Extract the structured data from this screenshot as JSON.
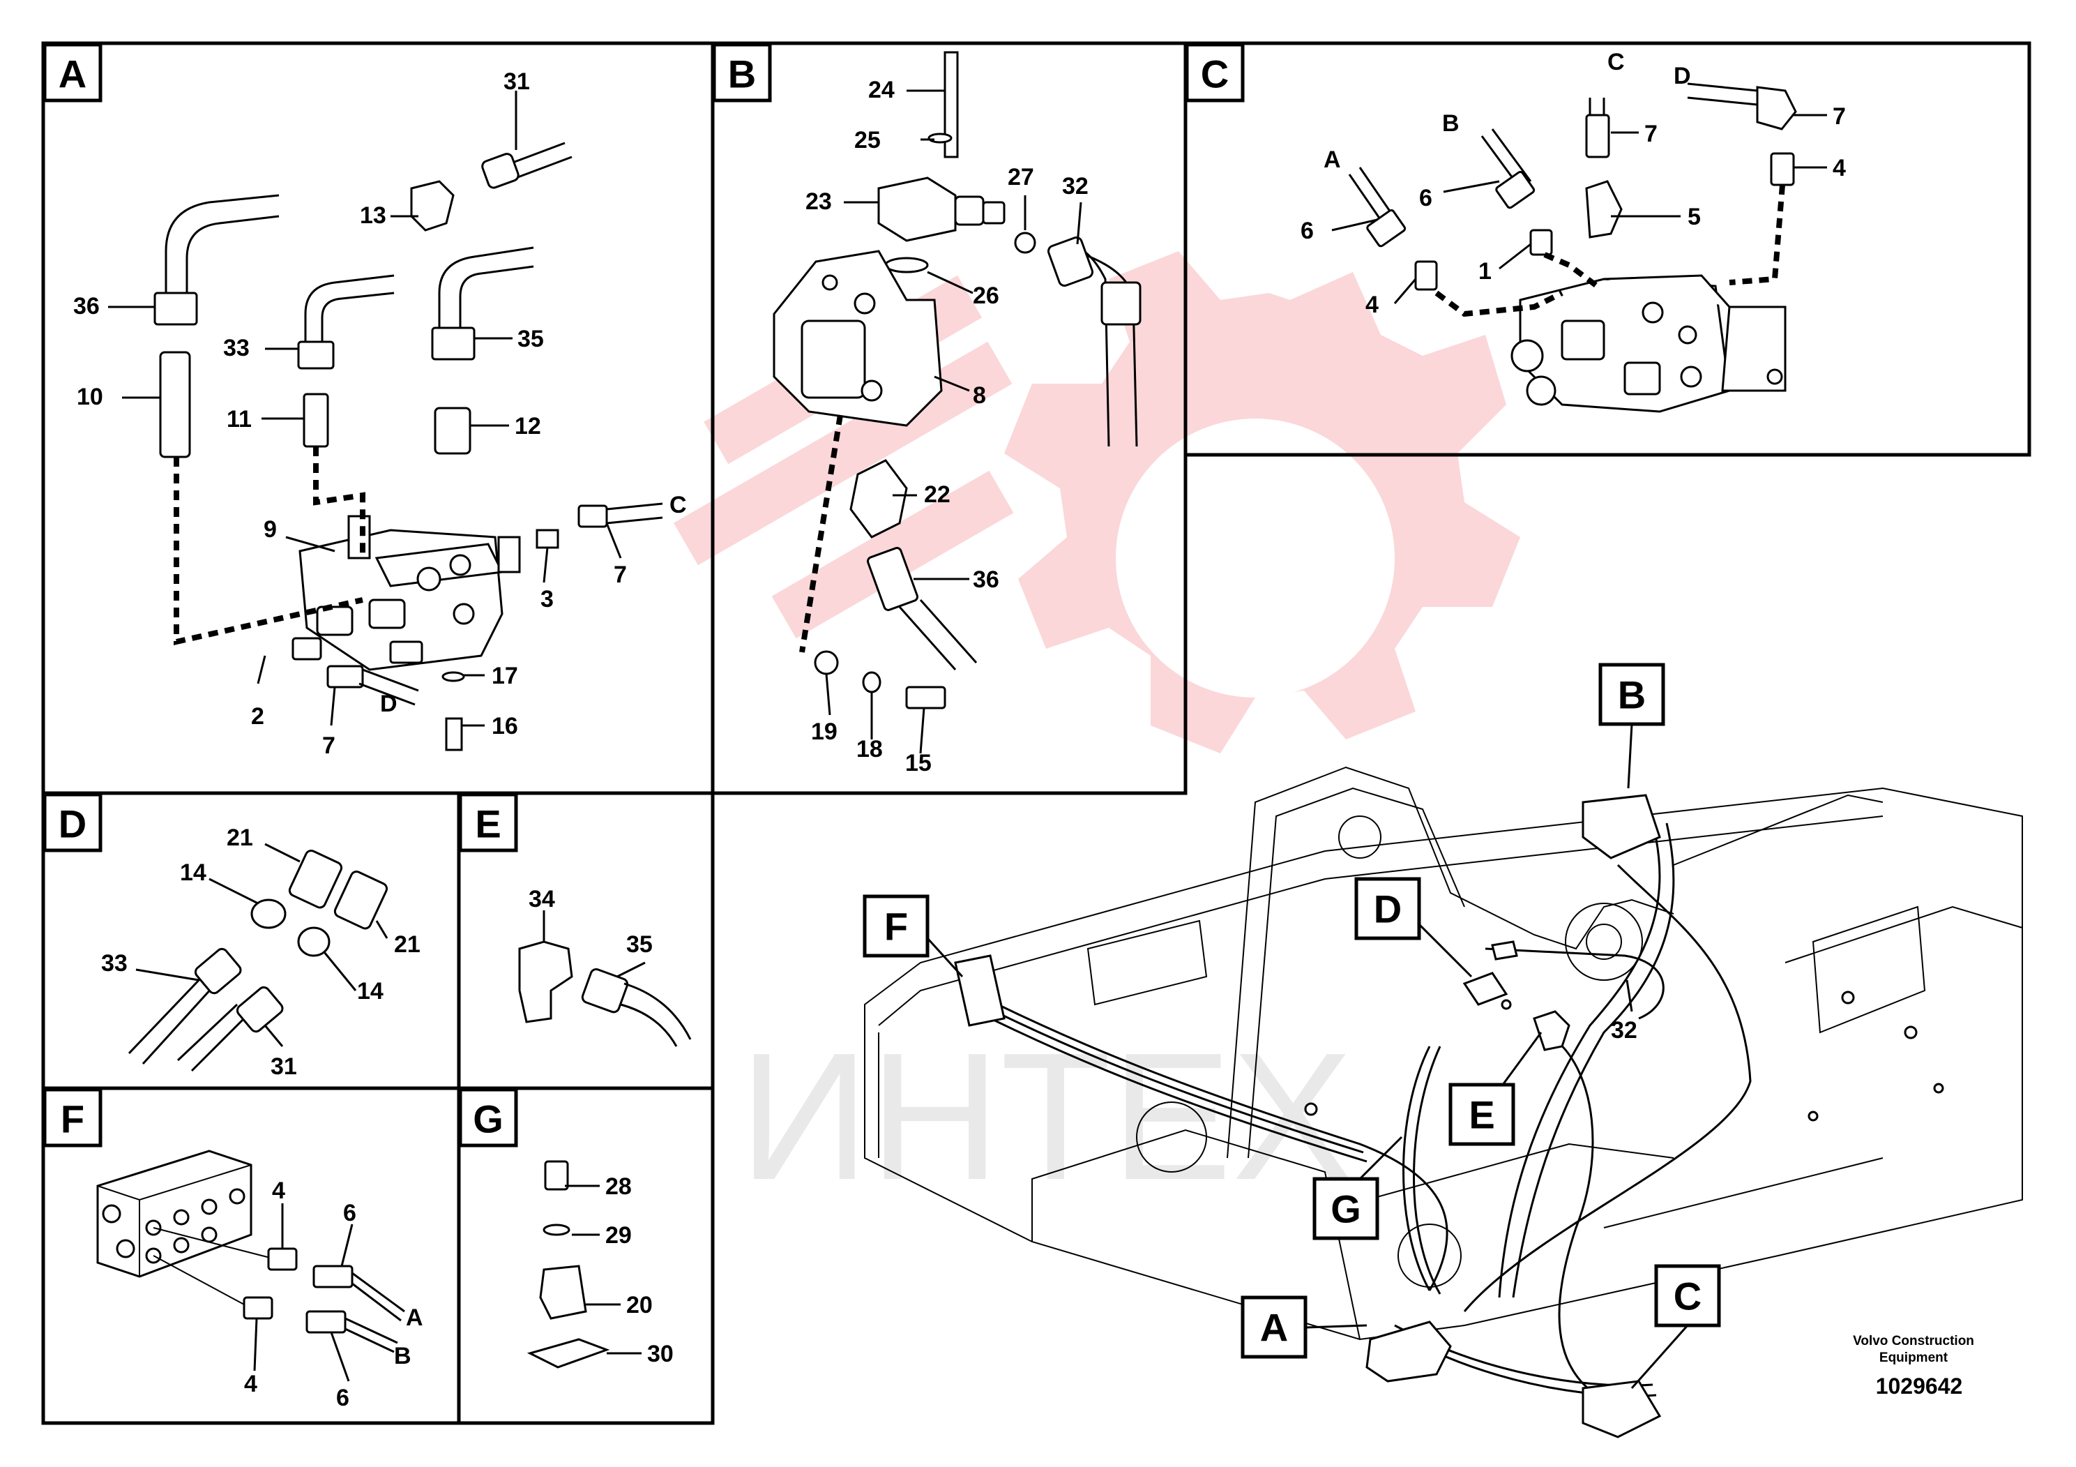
{
  "panels": [
    {
      "tag": "A",
      "labels": [
        "31",
        "13",
        "36",
        "33",
        "35",
        "10",
        "11",
        "12",
        "9",
        "3",
        "7",
        "C",
        "2",
        "7",
        "D",
        "17",
        "16"
      ]
    },
    {
      "tag": "B",
      "labels": [
        "24",
        "25",
        "23",
        "27",
        "32",
        "26",
        "8",
        "22",
        "36",
        "19",
        "18",
        "15"
      ]
    },
    {
      "tag": "C",
      "labels": [
        "C",
        "D",
        "7",
        "7",
        "B",
        "A",
        "6",
        "6",
        "1",
        "4",
        "5",
        "4"
      ]
    },
    {
      "tag": "D",
      "labels": [
        "21",
        "14",
        "21",
        "33",
        "14",
        "31"
      ]
    },
    {
      "tag": "E",
      "labels": [
        "34",
        "35"
      ]
    },
    {
      "tag": "F",
      "labels": [
        "4",
        "6",
        "A",
        "4",
        "B",
        "6"
      ]
    },
    {
      "tag": "G",
      "labels": [
        "28",
        "29",
        "20",
        "30"
      ]
    }
  ],
  "overview": {
    "callouts": [
      "B",
      "D",
      "F",
      "E",
      "G",
      "A",
      "C"
    ],
    "hose_label": "32"
  },
  "footer": {
    "company": "Volvo Construction",
    "company_line2": "Equipment",
    "doc_number": "1029642"
  },
  "watermark": {
    "text": "ИНТЕХ",
    "color": "#e8202a"
  },
  "colors": {
    "line": "#000000",
    "background": "#ffffff",
    "watermark": "#e8202a"
  }
}
